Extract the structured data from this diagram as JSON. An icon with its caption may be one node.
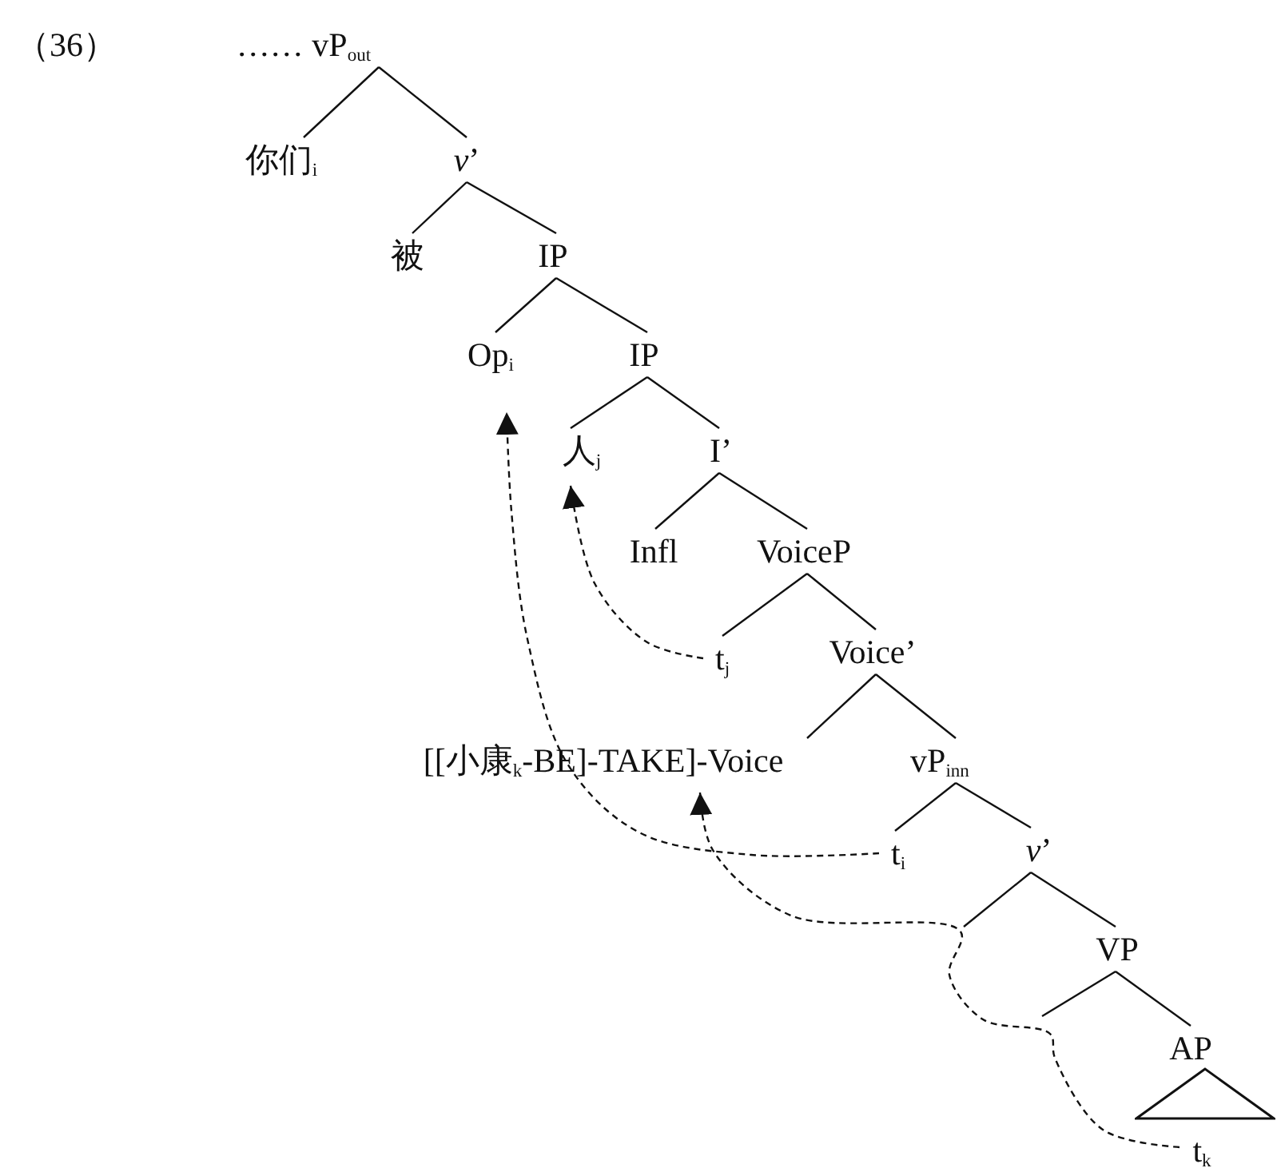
{
  "diagram": {
    "nodes": [
      {
        "text": [
          "…… vP$_{out}$"
        ]
      },
      {
        "text": [
          "你们$_{i}$"
        ]
      },
      {
        "text": [
          "*v*’"
        ]
      },
      {
        "text": [
          "被"
        ]
      },
      {
        "text": [
          "IP"
        ]
      },
      {
        "text": [
          "Op$_{i}$"
        ]
      },
      {
        "text": [
          "IP"
        ]
      },
      {
        "text": [
          "人$_{j}$"
        ]
      },
      {
        "text": [
          "I’"
        ]
      },
      {
        "text": [
          "Infl"
        ]
      },
      {
        "text": [
          "VoiceP"
        ]
      },
      {
        "text": [
          "t$_{j}$"
        ]
      },
      {
        "text": [
          "Voice’"
        ]
      },
      {
        "text": [
          "[[小康$_{k}$-BE]-TAKE]-Voice"
        ]
      },
      {
        "text": [
          "vP$_{inn}$"
        ]
      },
      {
        "text": [
          "t$_{i}$"
        ]
      },
      {
        "text": [
          "*v*’"
        ]
      },
      {
        "text": [
          "VP"
        ]
      },
      {
        "text": [
          "AP"
        ]
      },
      {
        "text": [],
        "shape": "triangle"
      },
      {
        "text": [
          "t$_{k}$"
        ]
      }
    ],
    "edges": [
      {
        "from": 0,
        "to": 1,
        "arrow": "none"
      },
      {
        "from": 0,
        "to": 2,
        "arrow": "none"
      },
      {
        "from": 2,
        "to": 3,
        "arrow": "none"
      },
      {
        "from": 2,
        "to": 4,
        "arrow": "none"
      },
      {
        "from": 4,
        "to": 5,
        "arrow": "none"
      },
      {
        "from": 4,
        "to": 6,
        "arrow": "none"
      },
      {
        "from": 6,
        "to": 7,
        "arrow": "none"
      },
      {
        "from": 6,
        "to": 8,
        "arrow": "none"
      },
      {
        "from": 8,
        "to": 9,
        "arrow": "none"
      },
      {
        "from": 8,
        "to": 10,
        "arrow": "none"
      },
      {
        "from": 10,
        "to": 11,
        "arrow": "none"
      },
      {
        "from": 10,
        "to": 12,
        "arrow": "none"
      },
      {
        "from": 12,
        "to": 13,
        "arrow": "none"
      },
      {
        "from": 12,
        "to": 14,
        "arrow": "none"
      },
      {
        "from": 14,
        "to": 15,
        "arrow": "none"
      },
      {
        "from": 14,
        "to": 16,
        "arrow": "none"
      },
      {
        "from": 16,
        "to": null,
        "arrow": "none"
      },
      {
        "from": 16,
        "to": 17,
        "arrow": "none"
      },
      {
        "from": 17,
        "to": null,
        "arrow": "none"
      },
      {
        "from": 17,
        "to": 18,
        "arrow": "none"
      },
      {
        "from": 15,
        "to": 5,
        "arrow": "to",
        "style": "dashed"
      },
      {
        "from": 11,
        "to": 7,
        "arrow": "to",
        "style": "dashed"
      },
      {
        "from": 20,
        "to": 13,
        "arrow": "to",
        "style": "dashed"
      }
    ],
    "labels": [
      "（36）"
    ]
  }
}
